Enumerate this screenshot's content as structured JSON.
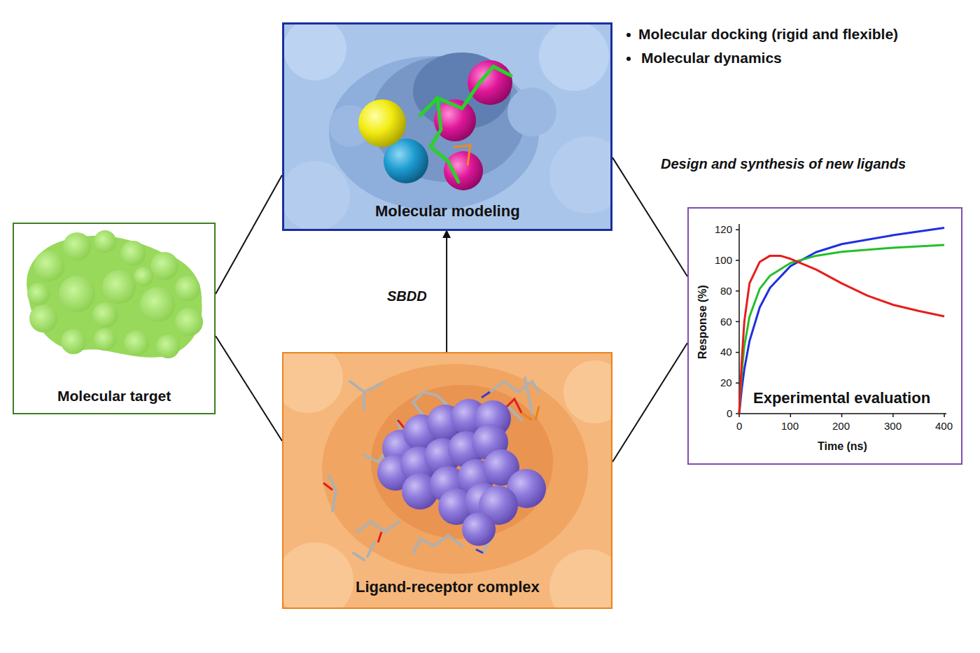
{
  "diagram": {
    "nodes": [
      {
        "text": [
          "Molecular target"
        ]
      },
      {
        "text": [
          "Molecular modeling"
        ]
      },
      {
        "text": [
          "Ligand-receptor complex"
        ]
      },
      {
        "text": [
          "Experimental evaluation"
        ]
      }
    ],
    "edges": [
      {
        "from": 0,
        "to": 1,
        "arrow": "none"
      },
      {
        "from": 0,
        "to": 2,
        "arrow": "none"
      },
      {
        "from": 1,
        "to": 3,
        "arrow": "none"
      },
      {
        "from": 2,
        "to": 3,
        "arrow": "none"
      },
      {
        "from": 2,
        "to": 1,
        "label": "SBDD",
        "arrow": "to"
      }
    ],
    "labels": [
      "Molecular docking (rigid and flexible)",
      "Molecular dynamics",
      "Design and synthesis of new ligands",
      "120",
      "100",
      "80",
      "60",
      "40",
      "20",
      "0",
      "Response (%)",
      "0",
      "100",
      "200",
      "300",
      "400",
      "Time (ns)"
    ]
  }
}
